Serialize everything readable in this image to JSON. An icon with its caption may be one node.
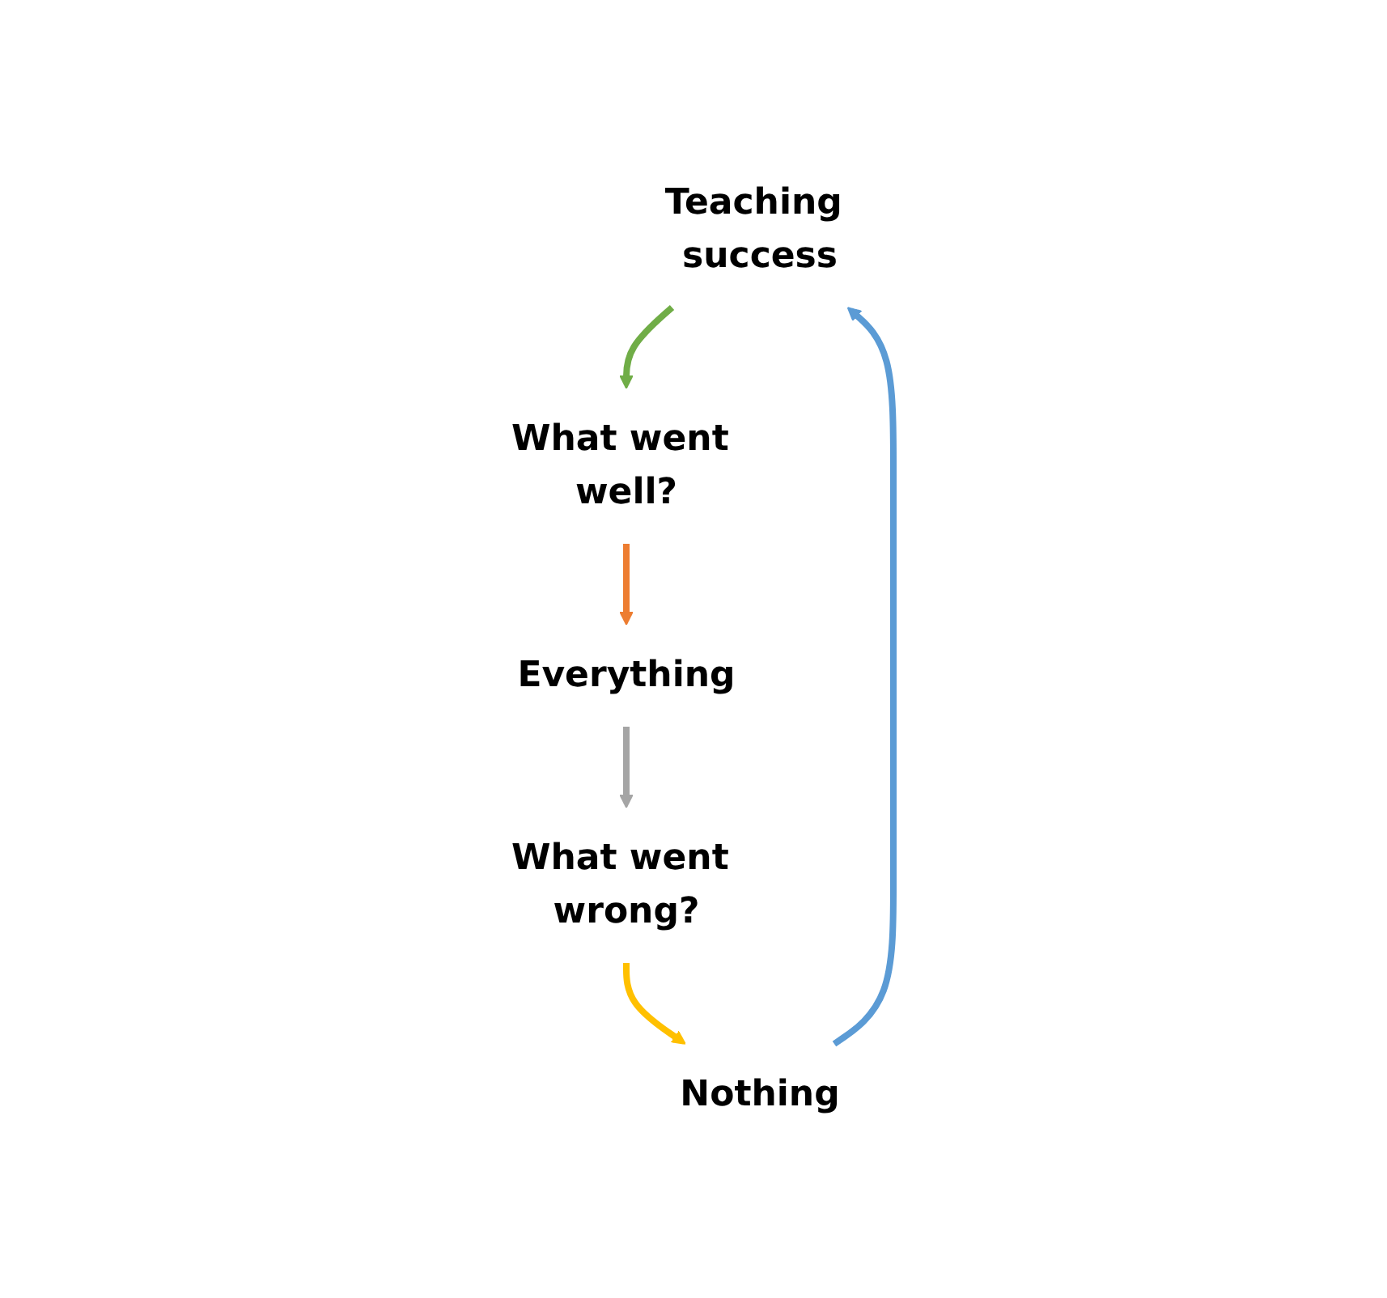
{
  "diagram": {
    "nodes": [
      {
        "text": [
          "Teaching success"
        ]
      },
      {
        "text": [
          "What went well?"
        ]
      },
      {
        "text": [
          "Everything"
        ]
      },
      {
        "text": [
          "What went wrong?"
        ]
      },
      {
        "text": [
          "Nothing"
        ]
      }
    ],
    "edges": [
      {
        "from": 0,
        "to": 1,
        "arrow": "to",
        "color": "#70ad47"
      },
      {
        "from": 1,
        "to": 2,
        "arrow": "to",
        "color": "#ed7d31"
      },
      {
        "from": 2,
        "to": 3,
        "arrow": "to",
        "color": "#a5a5a5"
      },
      {
        "from": 3,
        "to": 4,
        "arrow": "to",
        "color": "#ffc000"
      },
      {
        "from": 4,
        "to": 0,
        "arrow": "to",
        "color": "#5b9bd5"
      }
    ]
  }
}
